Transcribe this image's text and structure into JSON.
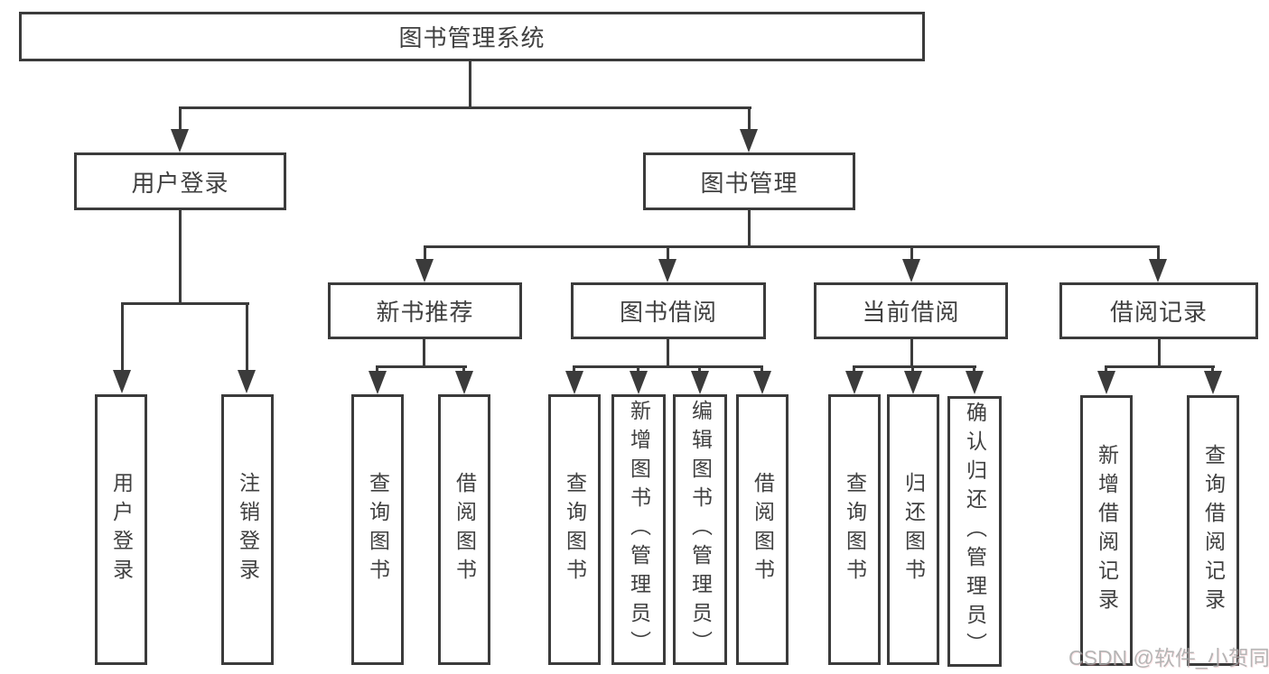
{
  "diagram": {
    "root": {
      "label": "图书管理系统"
    },
    "level2": {
      "user_login": {
        "label": "用户登录"
      },
      "book_management": {
        "label": "图书管理"
      }
    },
    "level3": {
      "new_book_recommend": {
        "label": "新书推荐"
      },
      "book_borrowing": {
        "label": "图书借阅"
      },
      "current_borrowing": {
        "label": "当前借阅"
      },
      "borrow_records": {
        "label": "借阅记录"
      }
    },
    "leaves": {
      "user_login": {
        "label": "用户登录"
      },
      "logout": {
        "label": "注销登录"
      },
      "recommend_query_book": {
        "label": "查询图书"
      },
      "recommend_borrow_book": {
        "label": "借阅图书"
      },
      "borrowing_query_book": {
        "label": "查询图书"
      },
      "borrowing_add_book": {
        "label": "新增图书（管理员）"
      },
      "borrowing_edit_book": {
        "label": "编辑图书（管理员）"
      },
      "borrowing_borrow_book": {
        "label": "借阅图书"
      },
      "current_query_book": {
        "label": "查询图书"
      },
      "current_return_book": {
        "label": "归还图书"
      },
      "current_confirm_return": {
        "label": "确认归还（管理员）"
      },
      "records_add_record": {
        "label": "新增借阅记录"
      },
      "records_query_record": {
        "label": "查询借阅记录"
      }
    }
  },
  "watermark": {
    "text": "CSDN @软件_小贺同学"
  },
  "colors": {
    "line": "#3b3b3b",
    "text": "#404040",
    "watermark": "#a9a9a9",
    "background": "#ffffff"
  }
}
